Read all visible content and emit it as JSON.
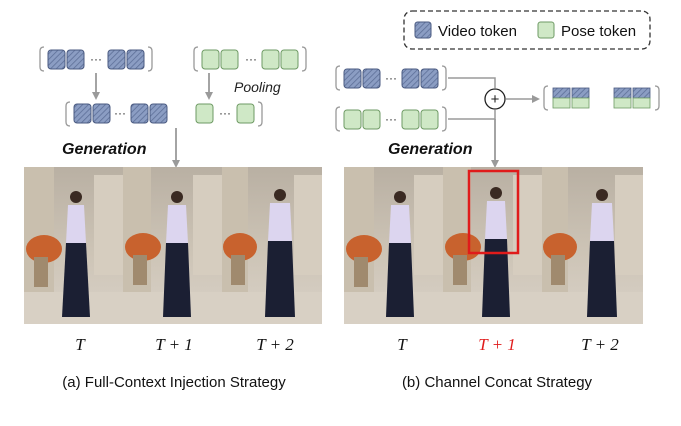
{
  "legend": {
    "video_label": "Video token",
    "pose_label": "Pose token"
  },
  "left_panel": {
    "dots_top_video": "···",
    "dots_top_pose": "···",
    "dots_merged_video": "···",
    "dots_merged_pose": "···",
    "pooling_label": "Pooling",
    "generation_label": "Generation",
    "frame_labels": [
      "T",
      "T + 1",
      "T + 2"
    ],
    "caption": "(a) Full-Context Injection Strategy"
  },
  "right_panel": {
    "dots_video": "···",
    "dots_pose": "···",
    "plus_symbol": "+",
    "generation_label": "Generation",
    "frame_labels": [
      "T",
      "T + 1",
      "T + 2"
    ],
    "caption": "(b) Channel Concat Strategy"
  },
  "colors": {
    "video_token": "#8b9dc3",
    "pose_token": "#cfe8c6",
    "highlight": "#e01b1b",
    "arrow": "#9a9a9a",
    "bracket": "#999999"
  }
}
